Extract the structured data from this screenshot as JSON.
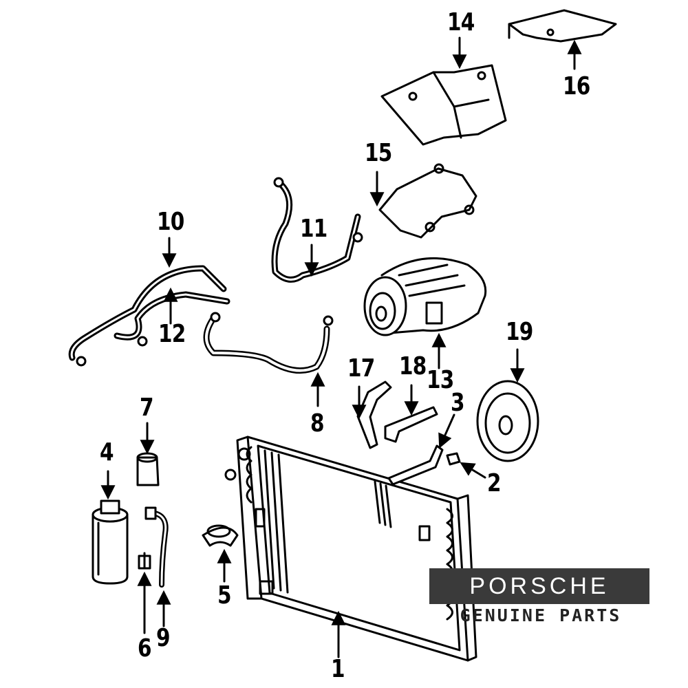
{
  "callouts": {
    "c1": "1",
    "c2": "2",
    "c3": "3",
    "c4": "4",
    "c5": "5",
    "c6": "6",
    "c7": "7",
    "c8": "8",
    "c9": "9",
    "c10": "10",
    "c11": "11",
    "c12": "12",
    "c13": "13",
    "c14": "14",
    "c15": "15",
    "c16": "16",
    "c17": "17",
    "c18": "18",
    "c19": "19"
  },
  "brand": {
    "name": "PORSCHE",
    "tagline": "GENUINE PARTS"
  },
  "colors": {
    "ink": "#000000",
    "background": "#ffffff",
    "brand_box": "#3a3a3a"
  }
}
